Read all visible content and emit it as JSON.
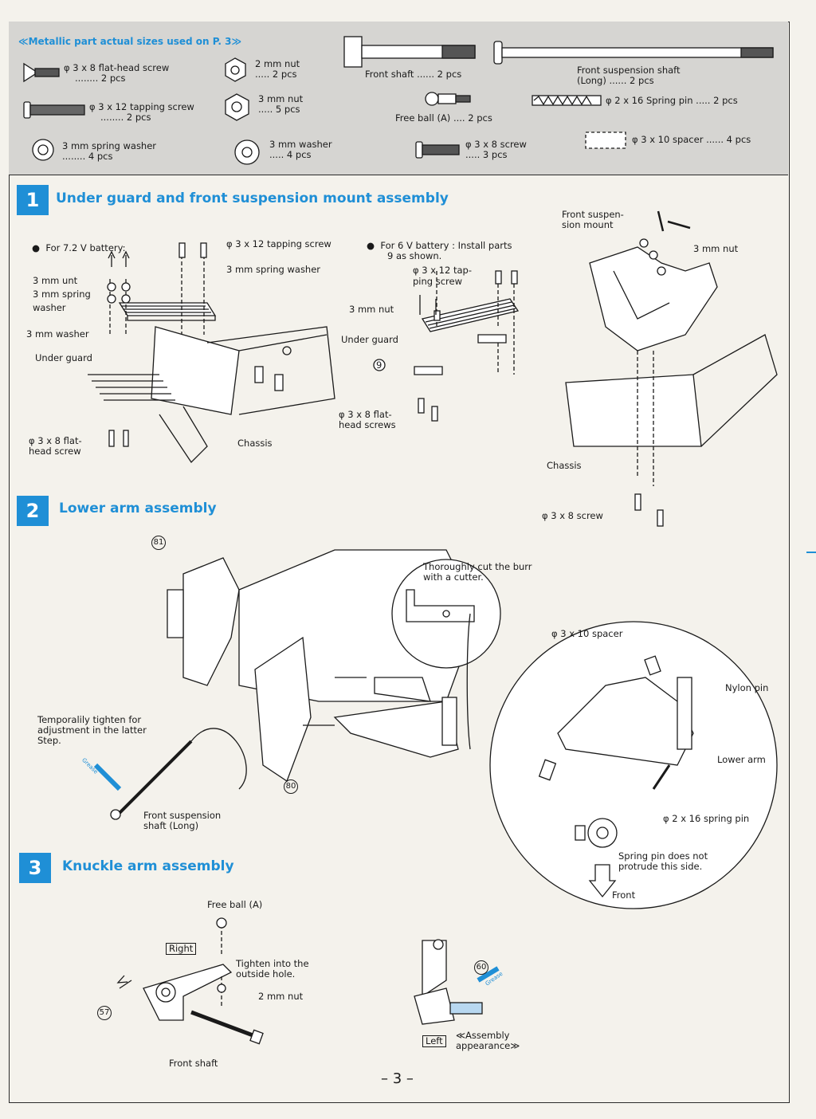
{
  "parts": {
    "title": "≪Metallic part actual sizes used on P. 3≫",
    "items": [
      {
        "name": "φ 3 x 8 flat-head screw",
        "qty": "........ 2 pcs"
      },
      {
        "name": "2 mm nut",
        "qty": "..... 2 pcs"
      },
      {
        "name": "Front shaft ...... 2 pcs"
      },
      {
        "name": "Front suspension shaft",
        "qty": "(Long) ...... 2 pcs"
      },
      {
        "name": "φ 3 x 12 tapping screw",
        "qty": "........ 2 pcs"
      },
      {
        "name": "3 mm nut",
        "qty": "..... 5 pcs"
      },
      {
        "name": "Free ball (A) .... 2 pcs"
      },
      {
        "name": "φ 2 x 16 Spring pin ..... 2 pcs"
      },
      {
        "name": "3 mm spring washer",
        "qty": "........ 4 pcs"
      },
      {
        "name": "3 mm washer",
        "qty": "..... 4 pcs"
      },
      {
        "name": "φ 3 x 8 screw",
        "qty": "..... 3 pcs"
      },
      {
        "name": "φ 3 x 10 spacer ...... 4 pcs"
      }
    ]
  },
  "steps": [
    {
      "num": "1",
      "title": "Under guard and front suspension mount assembly"
    },
    {
      "num": "2",
      "title": "Lower arm assembly"
    },
    {
      "num": "3",
      "title": "Knuckle arm assembly"
    }
  ],
  "step1": {
    "battery72": "For 7.2 V battery:",
    "battery6": "For 6 V battery : Install parts",
    "battery6b": "9 as shown.",
    "tapping_screw": "φ 3 x 12 tapping screw",
    "spring_washer": "3 mm spring washer",
    "nut_l1": "3 mm unt",
    "spring_l1": "3 mm spring",
    "spring_l2": "washer",
    "washer_l": "3 mm washer",
    "under_guard": "Under guard",
    "flat_head_1": "φ 3 x 8 flat-",
    "flat_head_2": "head screw",
    "chassis": "Chassis",
    "tap_r1": "φ 3 x 12 tap-",
    "tap_r2": "ping screw",
    "nut_r": "3 mm nut",
    "under_guard_r": "Under guard",
    "part9": "9",
    "flat_r1": "φ 3 x 8 flat-",
    "flat_r2": "head screws",
    "mount1": "Front suspen-",
    "mount2": "sion mount",
    "nut_mount": "3 mm nut",
    "chassis_r": "Chassis",
    "screw_r": "φ 3 x 8 screw"
  },
  "step2": {
    "part81": "81",
    "part80": "80",
    "temp1": "Temporalily tighten for",
    "temp2": "adjustment in the latter",
    "temp3": "Step.",
    "grease": "Grease",
    "shaft1": "Front suspension",
    "shaft2": "shaft (Long)",
    "burr1": "Thoroughly cut the burr",
    "burr2": "with a cutter.",
    "spacer": "φ 3 x 10 spacer",
    "nylon": "Nylon pin",
    "lower_arm": "Lower arm",
    "spring_pin": "φ 2 x 16 spring pin",
    "protrude1": "Spring pin does not",
    "protrude2": "protrude this side.",
    "front": "Front"
  },
  "step3": {
    "free_ball": "Free ball (A)",
    "right": "Right",
    "tighten1": "Tighten into the",
    "tighten2": "outside hole.",
    "nut2": "2 mm nut",
    "part57": "57",
    "front_shaft": "Front shaft",
    "part60": "60",
    "grease": "Grease",
    "left": "Left",
    "appear1": "≪Assembly",
    "appear2": "appearance≫"
  },
  "page_number": "– 3 –",
  "colors": {
    "accent": "#1f8fd6",
    "parts_bg": "#d6d5d2"
  }
}
